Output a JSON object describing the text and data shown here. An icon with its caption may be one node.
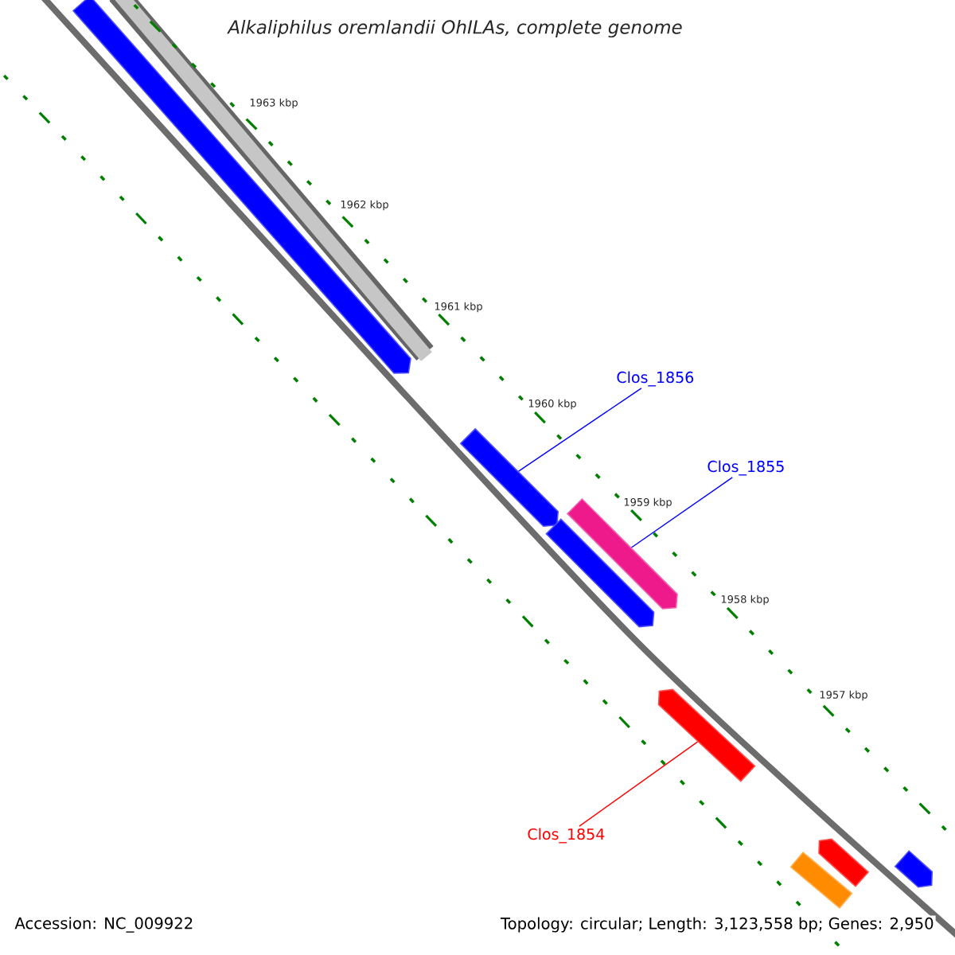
{
  "diagram": {
    "title": "Alkaliphilus oremlandii OhILAs, complete genome",
    "nodes": [
      {
        "text": [],
        "shape": "arrow"
      },
      {
        "text": [
          "Clos_1856"
        ]
      },
      {
        "text": [],
        "shape": "arrow"
      },
      {
        "text": [
          "Clos_1855"
        ]
      },
      {
        "text": [],
        "shape": "arrow"
      },
      {
        "text": [],
        "shape": "arrow"
      },
      {
        "text": [],
        "shape": "arrow"
      },
      {
        "text": [
          "Clos_1854"
        ]
      },
      {
        "text": [],
        "shape": "box"
      },
      {
        "text": [],
        "shape": "arrow"
      },
      {
        "text": [],
        "shape": "arrow"
      }
    ],
    "edges": [
      {
        "from": 1,
        "to": 2,
        "arrow": "none",
        "color": "#0000ff"
      },
      {
        "from": 3,
        "to": 4,
        "arrow": "none",
        "color": "#0000ff"
      },
      {
        "from": 7,
        "to": 6,
        "arrow": "none",
        "color": "#ff0000"
      }
    ],
    "labels": [
      "1963 kbp",
      "1962 kbp",
      "1961 kbp",
      "1960 kbp",
      "1959 kbp",
      "1958 kbp",
      "1957 kbp",
      "Accession: NC_009922",
      "Topology: circular; Length: 3,123,558 bp; Genes: 2,950"
    ]
  }
}
